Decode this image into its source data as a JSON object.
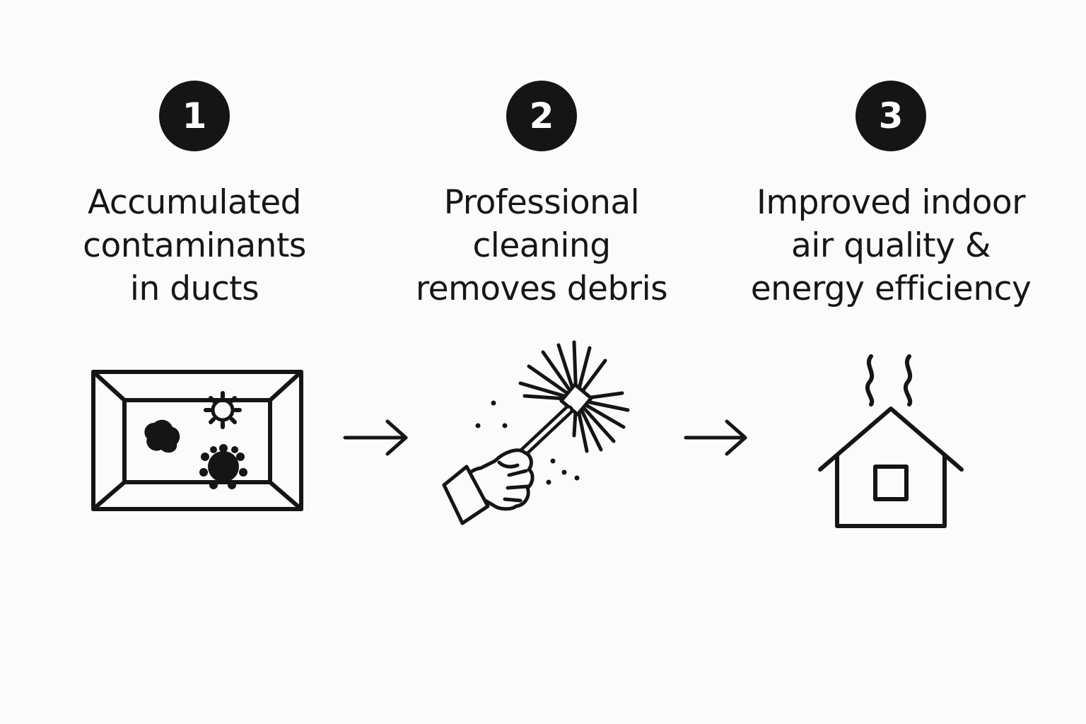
{
  "steps": [
    {
      "number": "1",
      "caption_lines": [
        "Accumulated",
        "contaminants",
        "in ducts"
      ],
      "icon": "duct-with-contaminants-icon"
    },
    {
      "number": "2",
      "caption_lines": [
        "Professional",
        "cleaning",
        "removes debris"
      ],
      "icon": "hand-holding-duct-brush-icon"
    },
    {
      "number": "3",
      "caption_lines": [
        "Improved indoor",
        "air quality &",
        "energy efficiency"
      ],
      "icon": "house-with-fresh-air-icon"
    }
  ],
  "connectors": [
    "right-arrow-icon",
    "right-arrow-icon"
  ],
  "colors": {
    "background": "#fbfbfb",
    "ink": "#151515",
    "badge_text": "#ffffff"
  }
}
